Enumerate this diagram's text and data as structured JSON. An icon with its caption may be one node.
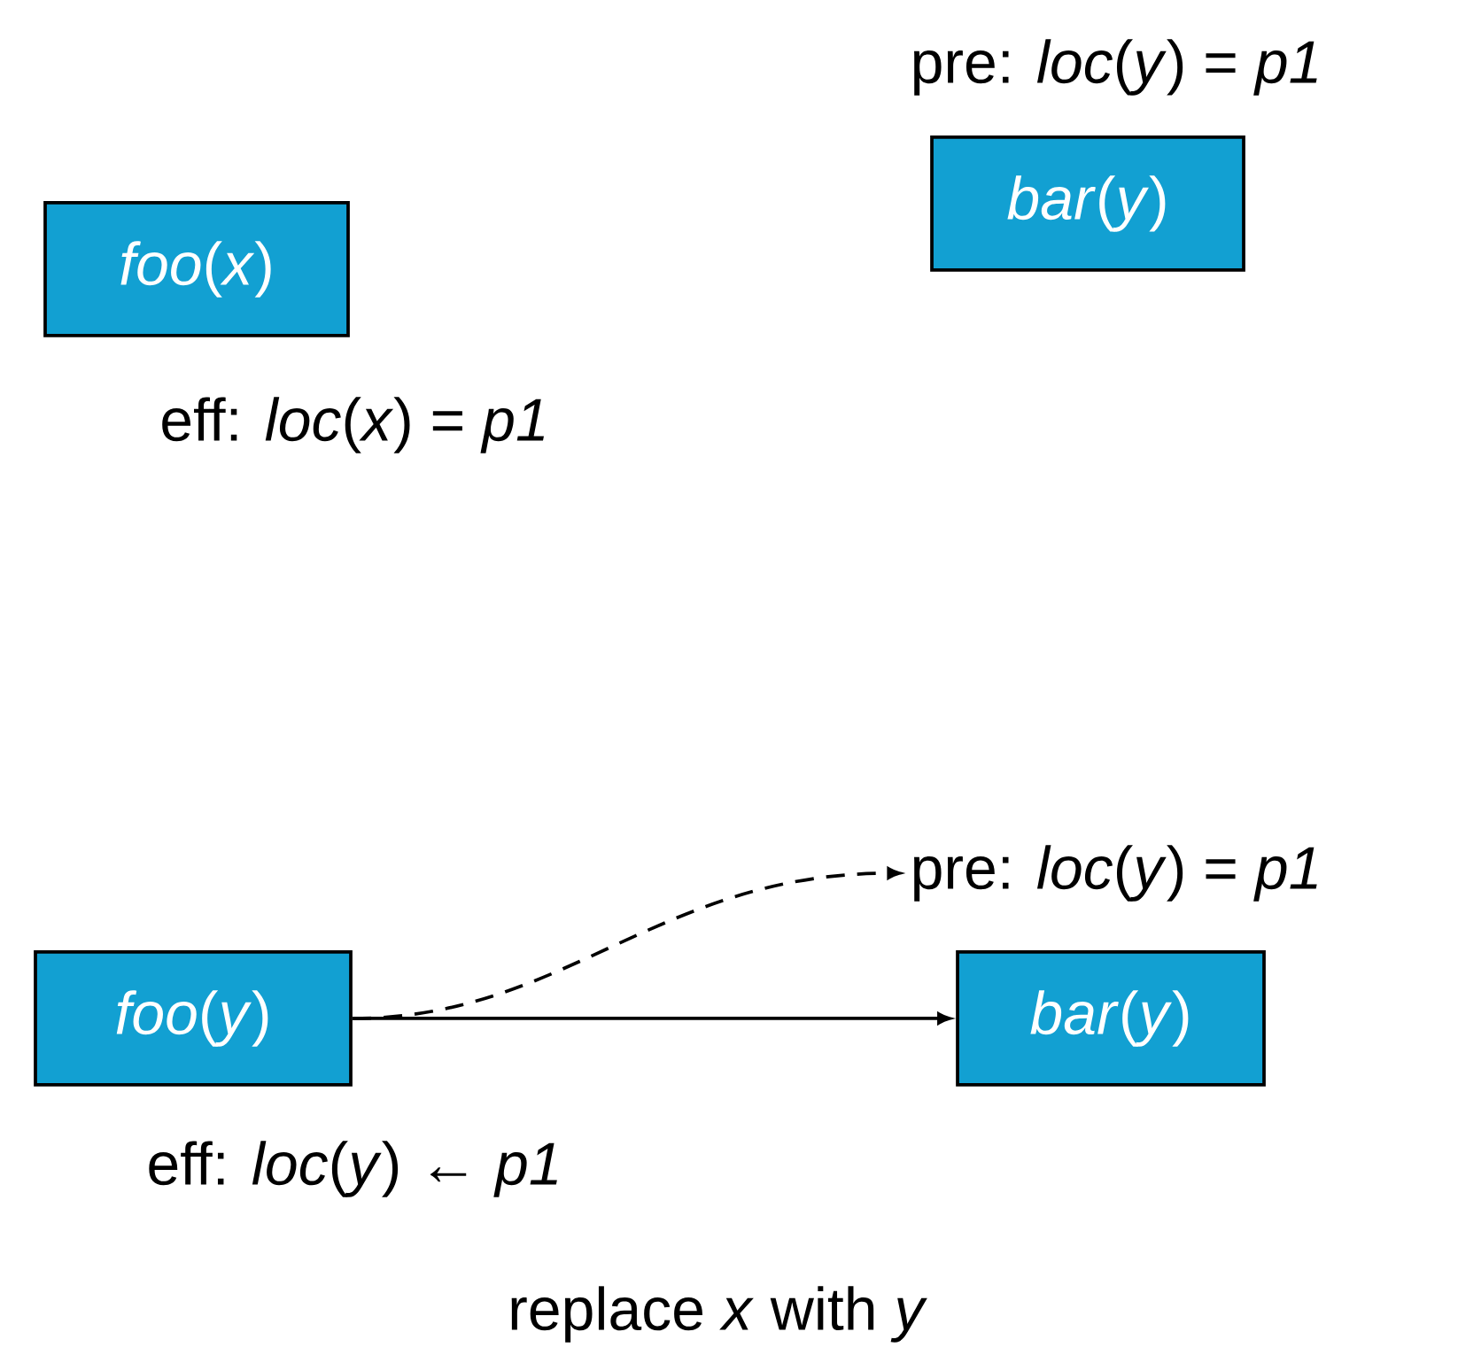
{
  "diagram": {
    "nodes": [
      {
        "text": [
          "*foo*(*x*)"
        ],
        "beside": [
          "eff: *loc*(*x*) = *p1*"
        ]
      },
      {
        "text": [
          "*bar*(*y*)"
        ],
        "beside": [
          "pre: *loc*(*y*) = *p1*"
        ]
      },
      {
        "text": [
          "*foo*(*y*)"
        ],
        "beside": [
          "eff: *loc*(*y*) ← *p1*"
        ]
      },
      {
        "text": [
          "*bar*(*y*)"
        ]
      },
      {
        "text": [
          "pre: *loc*(*y*) = *p1*"
        ]
      }
    ],
    "edges": [
      {
        "from": 2,
        "to": 4,
        "arrow": "to",
        "style": "dashed"
      },
      {
        "from": 2,
        "to": 3,
        "arrow": "to"
      }
    ],
    "labels": [
      "replace *x* with *y*"
    ]
  }
}
